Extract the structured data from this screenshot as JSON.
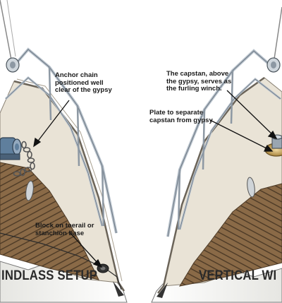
{
  "callouts": {
    "anchor_chain": "Anchor chain\npositioned well\nclear of the gypsy",
    "block": "Block on toerail or\nstanchion base",
    "capstan": "The capstan, above\nthe gypsy, serves as\nthe furling winch.",
    "plate": "Plate to separate\ncapstan from gypsy"
  },
  "titles": {
    "left": "INDLASS SETUP",
    "right": "VERTICAL WI"
  },
  "colors": {
    "deck_tan": "#d9d0bf",
    "deck_side": "#e9e3d6",
    "teak": "#8a6a47",
    "teak_seam": "#4d3a26",
    "rail_steel": "#b8c2cc",
    "hull_white": "#f7f7f5",
    "windlass_blue": "#5f7f9d",
    "plate_bronze": "#c7a35d"
  },
  "icons": {
    "left_windlass": "horizontal-windlass-icon",
    "right_capstan": "vertical-capstan-icon",
    "block": "snatch-block-icon"
  }
}
